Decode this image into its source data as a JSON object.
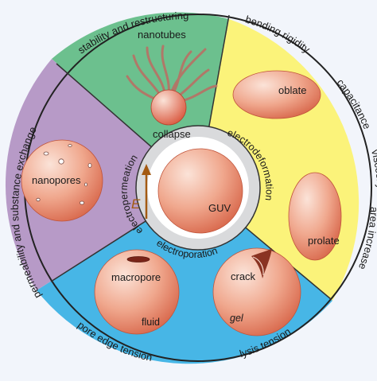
{
  "colors": {
    "stability_sector": "#6cc08e",
    "bending_sector": "#fbf37a",
    "poration_sector": "#47b6e6",
    "permeability_sector": "#b79ac7",
    "inner_ring": "#d9dadc",
    "vesicle_light": "#fbe3d8",
    "vesicle_dark": "#d96a4e",
    "field_arrow": "#a35a12"
  },
  "outer_labels": {
    "stability": "stability and restructuring",
    "bending": "bending rigidity",
    "capacitance": "capacitance",
    "viscosity": "viscosity",
    "area_increase": "area increase",
    "lysis": "lysis tension",
    "pore_edge": "pore edge tension",
    "permeability": "permeability and substance exchange"
  },
  "inner_labels": {
    "electropermeation": "electropermeation",
    "electrodeformation": "electrodeformation",
    "electroporation": "electroporation"
  },
  "center": {
    "vesicle": "GUV",
    "field_symbol": "E"
  },
  "shape_labels": {
    "nanotubes": "nanotubes",
    "collapse": "collapse",
    "oblate": "oblate",
    "prolate": "prolate",
    "macropore": "macropore",
    "fluid": "fluid",
    "crack": "crack",
    "gel": "gel",
    "nanopores": "nanopores"
  }
}
